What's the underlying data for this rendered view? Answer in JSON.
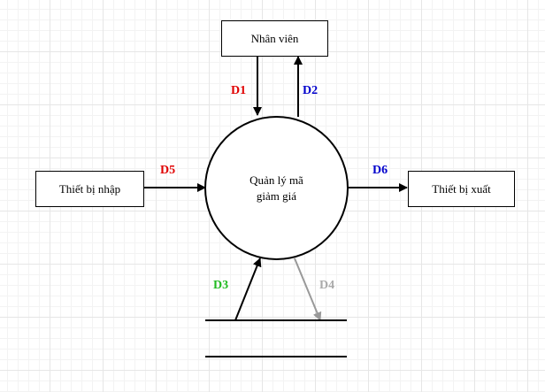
{
  "entities": {
    "employee": "Nhân viên",
    "input_device": "Thiết bị nhập",
    "output_device": "Thiết bị xuất"
  },
  "process": {
    "line1": "Quản lý mã",
    "line2": "giảm giá"
  },
  "flows": {
    "d1": {
      "label": "D1",
      "color": "#e00000"
    },
    "d2": {
      "label": "D2",
      "color": "#0000cc"
    },
    "d3": {
      "label": "D3",
      "color": "#22bb22"
    },
    "d4": {
      "label": "D4",
      "color": "#aaaaaa"
    },
    "d5": {
      "label": "D5",
      "color": "#e00000"
    },
    "d6": {
      "label": "D6",
      "color": "#0000cc"
    }
  }
}
